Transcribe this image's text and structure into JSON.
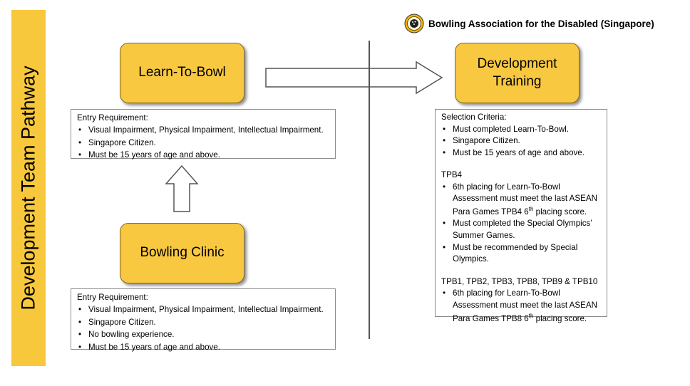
{
  "sidebar": {
    "title": "Development Team Pathway"
  },
  "org": {
    "name": "Bowling Association for the Disabled (Singapore)"
  },
  "boxes": {
    "learn_to_bowl": "Learn-To-Bowl",
    "bowling_clinic": "Bowling Clinic",
    "development_training_line1": "Development",
    "development_training_line2": "Training"
  },
  "learn_panel": {
    "heading": "Entry Requirement:",
    "items": [
      "Visual Impairment, Physical  Impairment, Intellectual Impairment.",
      "Singapore Citizen.",
      "Must be 15 years of age and above."
    ]
  },
  "clinic_panel": {
    "heading": "Entry Requirement:",
    "items": [
      "Visual Impairment, Physical  Impairment, Intellectual Impairment.",
      "Singapore Citizen.",
      "No bowling experience.",
      "Must be 15 years of age and above."
    ]
  },
  "dev_panel": {
    "heading": "Selection Criteria:",
    "items": [
      "Must completed Learn-To-Bowl.",
      "Singapore Citizen.",
      "Must be 15 years of age and above."
    ],
    "tpb4_heading": "TPB4",
    "tpb4_item1_a": "6th placing for Learn-To-Bowl Assessment must meet the last ASEAN Para Games TPB4 6",
    "tpb4_item1_sup": "th",
    "tpb4_item1_b": " placing score.",
    "tpb4_item2": "Must completed the Special Olympics’ Summer Games.",
    "tpb4_item3": "Must be recommended by Special Olympics.",
    "tpb_other_heading": "TPB1, TPB2, TPB3, TPB8, TPB9 & TPB10",
    "tpb_other_item1_a": "6th placing for Learn-To-Bowl Assessment must meet the last ASEAN Para Games TPB8 6",
    "tpb_other_item1_sup": "th",
    "tpb_other_item1_b": " placing score."
  }
}
